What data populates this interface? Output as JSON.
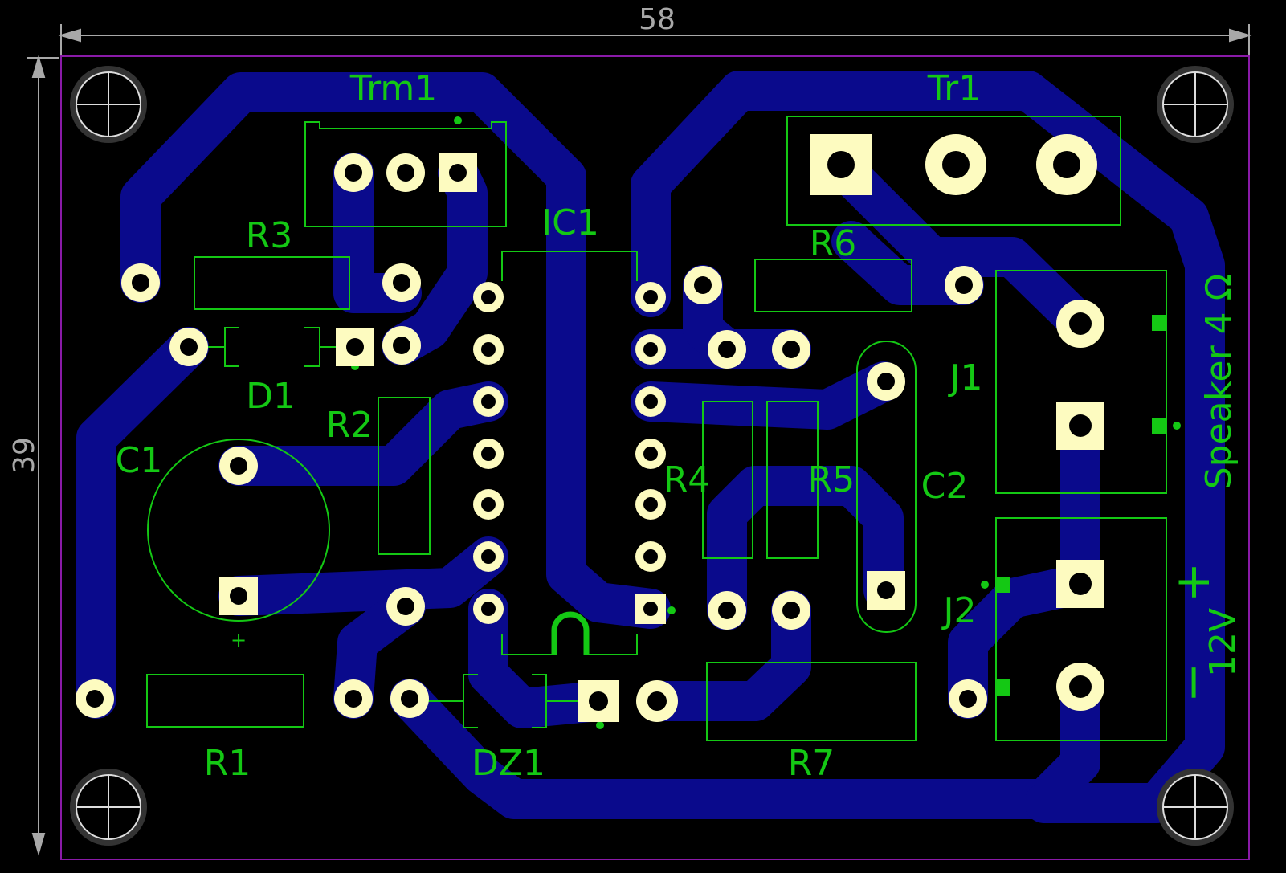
{
  "board": {
    "width_label": "58",
    "height_label": "39",
    "colors": {
      "background": "#000000",
      "trace": "#0a0a8c",
      "pad": "#fdfbc0",
      "silkscreen": "#14c814",
      "outline": "#8a1aa8",
      "dimension": "#a8a8a8"
    }
  },
  "components": {
    "trm1": "Trm1",
    "tr1": "Tr1",
    "ic1": "IC1",
    "r3": "R3",
    "r6": "R6",
    "d1": "D1",
    "r2": "R2",
    "c1": "C1",
    "c1_plus": "+",
    "r4": "R4",
    "r5": "R5",
    "c2": "C2",
    "j1": "J1",
    "j2": "J2",
    "r1": "R1",
    "dz1": "DZ1",
    "r7": "R7",
    "speaker": "Speaker 4 Ω",
    "supply": "12V",
    "supply_plus": "+",
    "supply_minus": "−"
  }
}
